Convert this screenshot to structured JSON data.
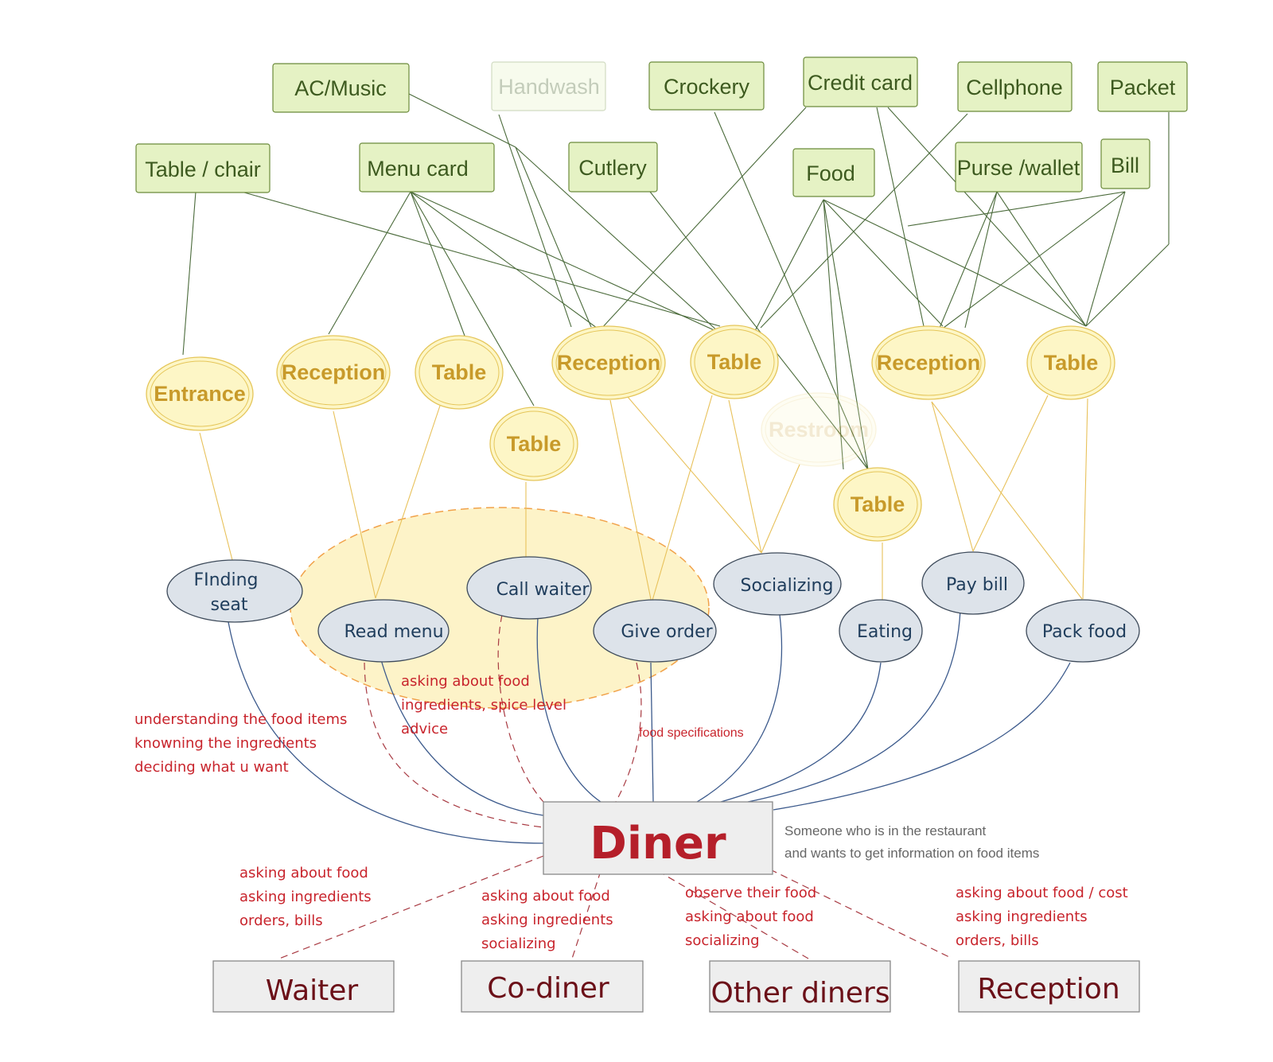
{
  "objects": {
    "ac_music": "AC/Music",
    "handwash": "Handwash",
    "crockery": "Crockery",
    "credit_card": "Credit card",
    "cellphone": "Cellphone",
    "packet": "Packet",
    "table_chair": "Table / chair",
    "menu_card": "Menu card",
    "cutlery": "Cutlery",
    "food": "Food",
    "purse_wallet": "Purse /wallet",
    "bill": "Bill"
  },
  "locations": {
    "entrance": "Entrance",
    "reception_1": "Reception",
    "table_1": "Table",
    "table_2": "Table",
    "reception_2": "Reception",
    "table_3": "Table",
    "restroom": "Restroom",
    "table_4": "Table",
    "reception_3": "Reception",
    "table_5": "Table"
  },
  "activities": {
    "finding_seat_line1": "FInding",
    "finding_seat_line2": "seat",
    "read_menu": "Read menu",
    "call_waiter": "Call waiter",
    "give_order": "Give order",
    "socializing": "Socializing",
    "eating": "Eating",
    "pay_bill": "Pay bill",
    "pack_food": "Pack food"
  },
  "notes": {
    "understanding": [
      "understanding the food items",
      "knowning the ingredients",
      "deciding what u want"
    ],
    "asking_spice": [
      "asking about food",
      "ingredients, spice level",
      "advice"
    ],
    "food_specs": "food specifications",
    "diner_desc": [
      "Someone who is in the restaurant",
      "and wants to get information on food items"
    ],
    "waiter_note": [
      "asking about food",
      "asking ingredients",
      "orders, bills"
    ],
    "codiner_note": [
      "asking about food",
      "asking ingredients",
      "socializing"
    ],
    "other_note": [
      "observe their food",
      "asking about food",
      "socializing"
    ],
    "reception_note": [
      "asking about food / cost",
      "asking ingredients",
      "orders, bills"
    ]
  },
  "center": {
    "label": "Diner"
  },
  "roles": {
    "waiter": "Waiter",
    "codiner": "Co-diner",
    "other_diners": "Other diners",
    "reception": "Reception"
  },
  "colors": {
    "object_fill": "#e5f2c4",
    "object_stroke": "#6b8a3a",
    "object_line": "#4a6a3a",
    "location_fill": "#fdf6c6",
    "location_stroke": "#e5c65a",
    "location_line": "#e8c15a",
    "activity_fill": "#dde3ea",
    "activity_stroke": "#3d4a5a",
    "activity_line": "#3c5a8c",
    "dashed_line": "#a83a42",
    "highlight_fill": "#fdf3c8",
    "highlight_stroke": "#f1a24a"
  }
}
